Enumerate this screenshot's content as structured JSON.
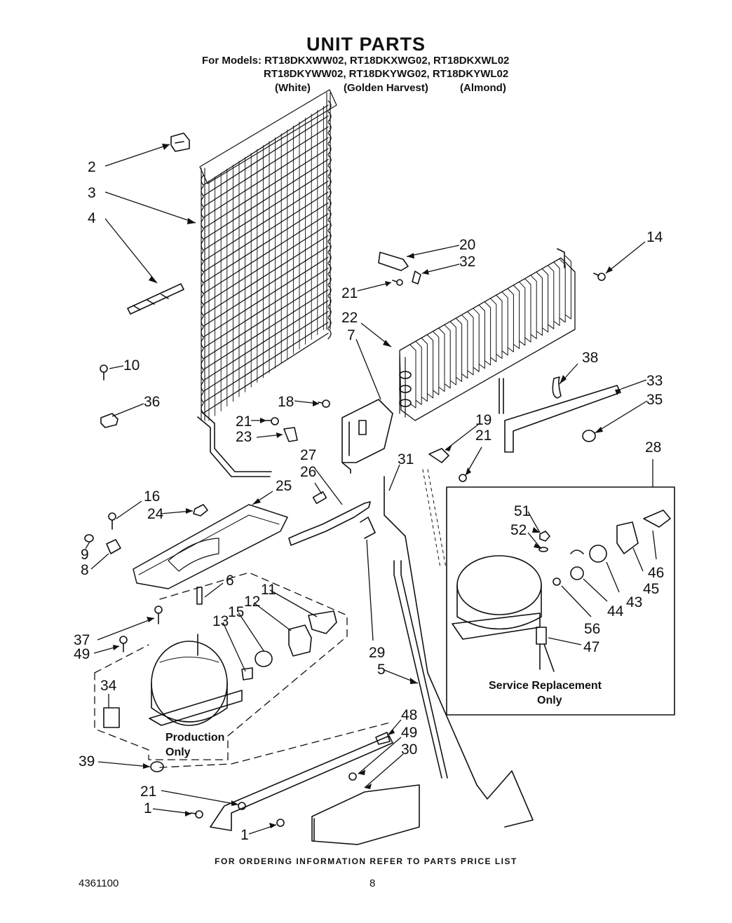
{
  "header": {
    "title": "UNIT PARTS",
    "models_line1": "For Models: RT18DKXWW02, RT18DKXWG02, RT18DKXWL02",
    "models_line2": "RT18DKYWW02, RT18DKYWG02, RT18DKYWL02",
    "colors": [
      "(White)",
      "(Golden Harvest)",
      "(Almond)"
    ]
  },
  "callouts": {
    "c2": "2",
    "c3": "3",
    "c4": "4",
    "c10": "10",
    "c36": "36",
    "c18": "18",
    "c21a": "21",
    "c23": "23",
    "c20": "20",
    "c32": "32",
    "c21b": "21",
    "c22": "22",
    "c7": "7",
    "c14": "14",
    "c38": "38",
    "c33": "33",
    "c35": "35",
    "c19": "19",
    "c21c": "21",
    "c31": "31",
    "c27": "27",
    "c26": "26",
    "c28": "28",
    "c16": "16",
    "c24": "24",
    "c25": "25",
    "c9": "9",
    "c8": "8",
    "c6": "6",
    "c11": "11",
    "c12": "12",
    "c15": "15",
    "c13": "13",
    "c37": "37",
    "c49a": "49",
    "c34": "34",
    "c29": "29",
    "c5": "5",
    "c51": "51",
    "c52": "52",
    "c46": "46",
    "c45": "45",
    "c43": "43",
    "c44": "44",
    "c56": "56",
    "c47": "47",
    "c48": "48",
    "c49b": "49",
    "c30": "30",
    "c39": "39",
    "c21d": "21",
    "c1a": "1",
    "c1b": "1"
  },
  "box_labels": {
    "production_line1": "Production",
    "production_line2": "Only",
    "service_line1": "Service Replacement",
    "service_line2": "Only"
  },
  "footer": {
    "ordering_note": "FOR ORDERING INFORMATION REFER TO PARTS PRICE LIST",
    "document_number": "4361100",
    "page_number": "8"
  }
}
